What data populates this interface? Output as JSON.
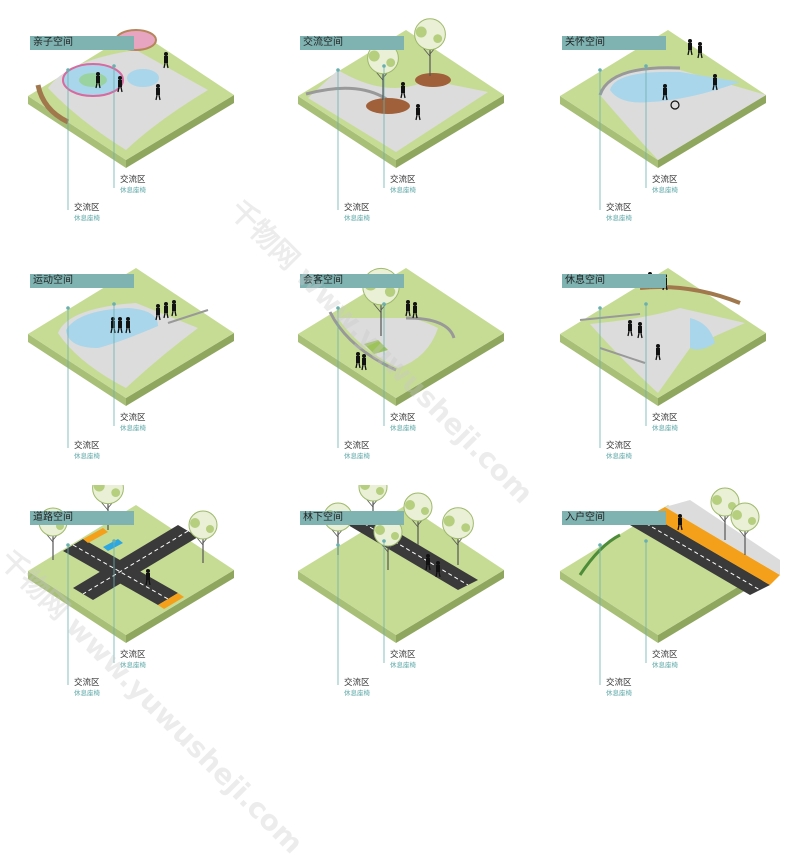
{
  "panels": [
    {
      "title": "亲子空间",
      "label1": "交流区",
      "sub1": "休息座椅",
      "label2": "交流区",
      "sub2": "休息座椅"
    },
    {
      "title": "交流空间",
      "label1": "交流区",
      "sub1": "休息座椅",
      "label2": "交流区",
      "sub2": "休息座椅"
    },
    {
      "title": "关怀空间",
      "label1": "交流区",
      "sub1": "休息座椅",
      "label2": "交流区",
      "sub2": "休息座椅"
    },
    {
      "title": "运动空间",
      "label1": "交流区",
      "sub1": "休息座椅",
      "label2": "交流区",
      "sub2": "休息座椅"
    },
    {
      "title": "会客空间",
      "label1": "交流区",
      "sub1": "休息座椅",
      "label2": "交流区",
      "sub2": "休息座椅"
    },
    {
      "title": "休息空间",
      "label1": "交流区",
      "sub1": "休息座椅",
      "label2": "交流区",
      "sub2": "休息座椅"
    },
    {
      "title": "道路空间",
      "label1": "交流区",
      "sub1": "休息座椅",
      "label2": "交流区",
      "sub2": "休息座椅"
    },
    {
      "title": "林下空间",
      "label1": "交流区",
      "sub1": "休息座椅",
      "label2": "交流区",
      "sub2": "休息座椅"
    },
    {
      "title": "入户空间",
      "label1": "交流区",
      "sub1": "休息座椅",
      "label2": "交流区",
      "sub2": "休息座椅"
    }
  ],
  "watermark": {
    "text1": "千物网 www.yuwusheji.com",
    "text2": "千物网 www.yuwusheji.com"
  },
  "colors": {
    "grass": "#c6dc94",
    "grass_side": "#8fa65f",
    "grass_front": "#a8bf78",
    "pavement": "#dcdcdc",
    "water": "#a9d6ea",
    "title_bar": "#7fb3b2",
    "road": "#3a3a3a",
    "orange": "#f5a01a",
    "blue": "#2da7e0"
  }
}
